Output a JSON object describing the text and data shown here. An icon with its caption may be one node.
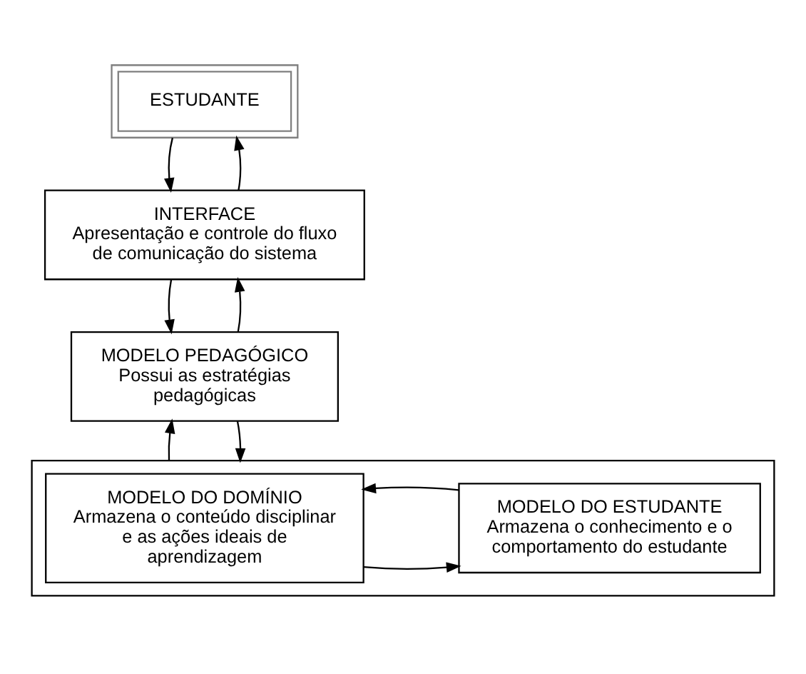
{
  "diagram": {
    "nodes": [
      {
        "text": [
          "ESTUDANTE"
        ]
      },
      {
        "text": [
          "INTERFACE",
          "Apresentação e controle do fluxo de comunicação do sistema"
        ]
      },
      {
        "text": [
          "MODELO PEDAGÓGICO",
          "Possui as estratégias pedagógicas"
        ]
      },
      {
        "text": [],
        "shape": "box"
      },
      {
        "text": [
          "MODELO DO DOMÍNIO",
          "Armazena o conteúdo disciplinar e as ações ideais de aprendizagem"
        ],
        "in": 3
      },
      {
        "text": [
          "MODELO DO ESTUDANTE",
          "Armazena o conhecimento e o comportamento do estudante"
        ],
        "in": 3
      }
    ],
    "edges": [
      {
        "from": 0,
        "to": 1,
        "arrow": "to"
      },
      {
        "from": 1,
        "to": 0,
        "arrow": "to"
      },
      {
        "from": 1,
        "to": 2,
        "arrow": "to"
      },
      {
        "from": 2,
        "to": 1,
        "arrow": "to"
      },
      {
        "from": 2,
        "to": 3,
        "arrow": "to"
      },
      {
        "from": 3,
        "to": 2,
        "arrow": "to"
      },
      {
        "from": 4,
        "to": 5,
        "arrow": "to"
      },
      {
        "from": 5,
        "to": 4,
        "arrow": "to"
      }
    ]
  }
}
